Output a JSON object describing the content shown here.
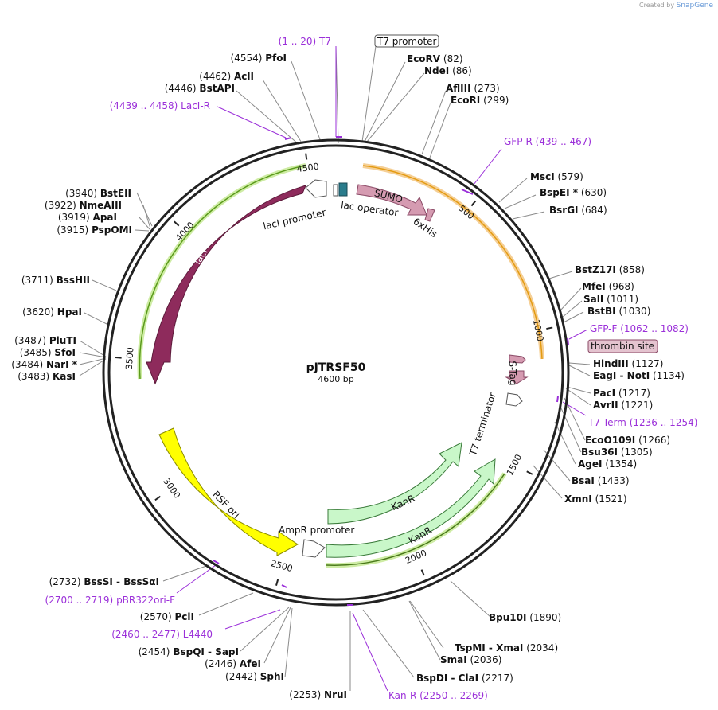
{
  "app": {
    "credit_prefix": "Created by",
    "credit_brand": "SnapGene"
  },
  "plasmid": {
    "name": "pJTRSF50",
    "size_label": "4600 bp",
    "length": 4600
  },
  "colors": {
    "backbone": "#222222",
    "lacI": "#8e2b5c",
    "rsf_ori": "#ffff00",
    "kanr": "#c9f7c9",
    "sumo": "#d59bb1",
    "promoter": "#ffffff",
    "primer": "#9b30d9",
    "orange_glow": "#f7c57a",
    "green_glow": "#b6e07a"
  },
  "ticks": [
    {
      "pos": 500,
      "label": "500"
    },
    {
      "pos": 1000,
      "label": "1000"
    },
    {
      "pos": 1500,
      "label": "1500"
    },
    {
      "pos": 2000,
      "label": "2000"
    },
    {
      "pos": 2500,
      "label": "2500"
    },
    {
      "pos": 3000,
      "label": "3000"
    },
    {
      "pos": 3500,
      "label": "3500"
    },
    {
      "pos": 4000,
      "label": "4000"
    },
    {
      "pos": 4500,
      "label": "4500"
    }
  ],
  "features": {
    "lacI": "lacI",
    "lacI_promoter": "lacI promoter",
    "lac_operator": "lac operator",
    "sumo": "SUMO",
    "his": "6xHis",
    "stag": "S-Tag",
    "t7_terminator": "T7 terminator",
    "kanr1": "KanR",
    "kanr2": "KanR",
    "ampr_promoter": "AmpR promoter",
    "rsf_ori": "RSF ori",
    "t7_promoter": "T7 promoter",
    "thrombin": "thrombin site"
  },
  "enzymes": [
    {
      "name": "EcoRV",
      "pos": "(82)"
    },
    {
      "name": "NdeI",
      "pos": "(86)"
    },
    {
      "name": "AflIII",
      "pos": "(273)"
    },
    {
      "name": "EcoRI",
      "pos": "(299)"
    },
    {
      "name": "MscI",
      "pos": "(579)"
    },
    {
      "name": "BspEI *",
      "pos": "(630)"
    },
    {
      "name": "BsrGI",
      "pos": "(684)"
    },
    {
      "name": "BstZ17I",
      "pos": "(858)"
    },
    {
      "name": "MfeI",
      "pos": "(968)"
    },
    {
      "name": "SalI",
      "pos": "(1011)"
    },
    {
      "name": "BstBI",
      "pos": "(1030)"
    },
    {
      "name": "HindIII",
      "pos": "(1127)"
    },
    {
      "name": "EagI  - NotI",
      "pos": "(1134)"
    },
    {
      "name": "PacI",
      "pos": "(1217)"
    },
    {
      "name": "AvrII",
      "pos": "(1221)"
    },
    {
      "name": "EcoO109I",
      "pos": "(1266)"
    },
    {
      "name": "Bsu36I",
      "pos": "(1305)"
    },
    {
      "name": "AgeI",
      "pos": "(1354)"
    },
    {
      "name": "BsaI",
      "pos": "(1433)"
    },
    {
      "name": "XmnI",
      "pos": "(1521)"
    },
    {
      "name": "Bpu10I",
      "pos": "(1890)"
    },
    {
      "name": "TspMI  - XmaI",
      "pos": "(2034)"
    },
    {
      "name": "SmaI",
      "pos": "(2036)"
    },
    {
      "name": "BspDI  - ClaI",
      "pos": "(2217)"
    },
    {
      "name": "NruI",
      "pos": "(2253)"
    },
    {
      "name": "SphI",
      "pos": "(2442)"
    },
    {
      "name": "AfeI",
      "pos": "(2446)"
    },
    {
      "name": "BspQI  - SapI",
      "pos": "(2454)"
    },
    {
      "name": "PciI",
      "pos": "(2570)"
    },
    {
      "name": "BssSI  - BssSαI",
      "pos": "(2732)"
    },
    {
      "name": "KasI",
      "pos": "(3483)"
    },
    {
      "name": "NarI *",
      "pos": "(3484)"
    },
    {
      "name": "SfoI",
      "pos": "(3485)"
    },
    {
      "name": "PluTI",
      "pos": "(3487)"
    },
    {
      "name": "HpaI",
      "pos": "(3620)"
    },
    {
      "name": "BssHII",
      "pos": "(3711)"
    },
    {
      "name": "PspOMI",
      "pos": "(3915)"
    },
    {
      "name": "ApaI",
      "pos": "(3919)"
    },
    {
      "name": "NmeAIII",
      "pos": "(3922)"
    },
    {
      "name": "BstEII",
      "pos": "(3940)"
    },
    {
      "name": "BstAPI",
      "pos": "(4446)"
    },
    {
      "name": "AclI",
      "pos": "(4462)"
    },
    {
      "name": "PfoI",
      "pos": "(4554)"
    }
  ],
  "primers": [
    {
      "name": "T7",
      "range": "(1 .. 20)"
    },
    {
      "name": "GFP-R",
      "range": "(439 .. 467)"
    },
    {
      "name": "GFP-F",
      "range": "(1062 .. 1082)"
    },
    {
      "name": "T7 Term",
      "range": "(1236 .. 1254)"
    },
    {
      "name": "Kan-R",
      "range": "(2250 .. 2269)"
    },
    {
      "name": "L4440",
      "range": "(2460 .. 2477)"
    },
    {
      "name": "pBR322ori-F",
      "range": "(2700 .. 2719)"
    },
    {
      "name": "LacI-R",
      "range": "(4439 .. 4458)"
    }
  ]
}
